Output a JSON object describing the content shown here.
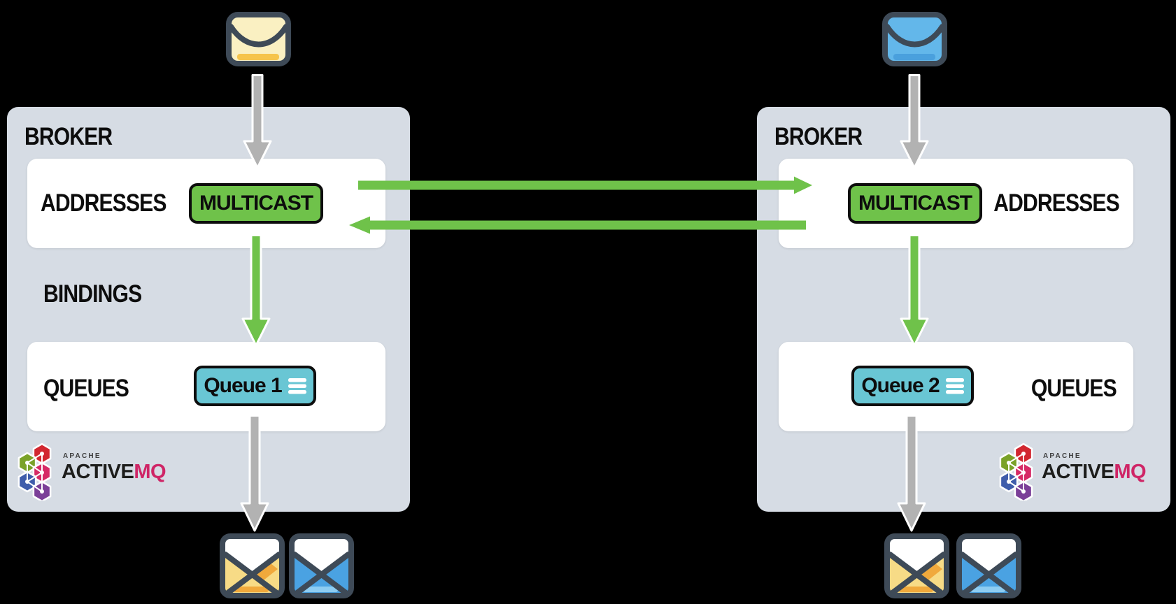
{
  "diagram": {
    "title_hint": "Two ActiveMQ brokers federating a MULTICAST address into queues",
    "left_broker": {
      "title": "BROKER",
      "addresses_label": "ADDRESSES",
      "multicast_label": "MULTICAST",
      "bindings_label": "BINDINGS",
      "queues_label": "QUEUES",
      "queue_label": "Queue 1",
      "logo": {
        "apache": "APACHE",
        "active": "ACTIVE",
        "mq": "MQ"
      }
    },
    "right_broker": {
      "title": "BROKER",
      "addresses_label": "ADDRESSES",
      "multicast_label": "MULTICAST",
      "queues_label": "QUEUES",
      "queue_label": "Queue 2",
      "logo": {
        "apache": "APACHE",
        "active": "ACTIVE",
        "mq": "MQ"
      }
    },
    "icons": {
      "producer_left": "closed-envelope-yellow",
      "producer_right": "closed-envelope-blue",
      "consumers_left": [
        "open-envelope-yellow",
        "open-envelope-blue"
      ],
      "consumers_right": [
        "open-envelope-yellow",
        "open-envelope-blue"
      ],
      "queue_badge_icon": "list-lines",
      "logo_icon": "activemq-hexagon-cluster"
    },
    "colors": {
      "background": "#000000",
      "broker_bg": "#d6dce4",
      "panel_bg": "#ffffff",
      "green": "#6fc24a",
      "teal": "#69c6d4",
      "gray_arrow": "#b2b2b2",
      "outline_dark": "#3e4a57",
      "producer_yellow": "#faf0c2",
      "producer_yellow_accent": "#f6c44c",
      "producer_blue": "#63b7ea",
      "producer_blue_accent": "#4aa0dd",
      "consumer_yellow": "#f7db86",
      "consumer_yellow_accent": "#f0a93c",
      "consumer_blue": "#4aa2e2",
      "consumer_blue_accent": "#8ecdf2",
      "mq_pink": "#cf2566"
    }
  }
}
